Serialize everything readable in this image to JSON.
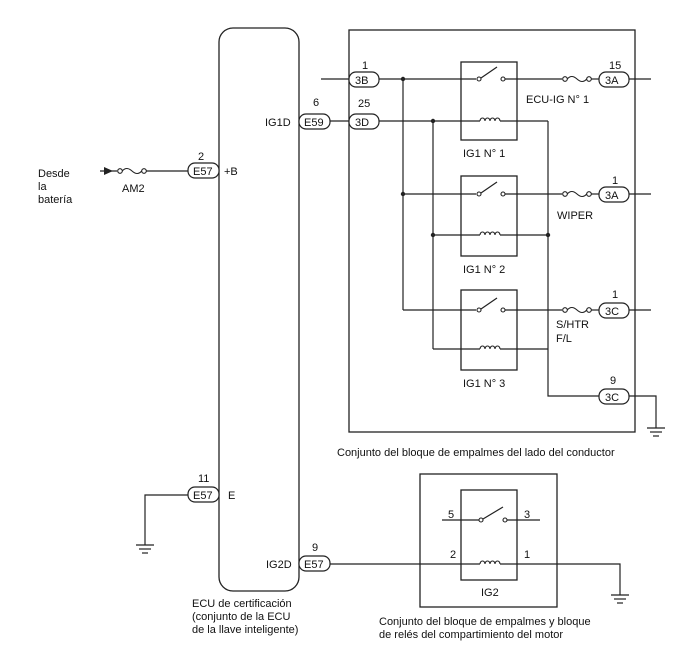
{
  "source": {
    "lines": [
      "Desde",
      "la",
      "batería"
    ]
  },
  "fuses": {
    "am2": "AM2",
    "ecu_ig_1": "ECU-IG N° 1",
    "wiper": "WIPER",
    "s_htr": "S/HTR",
    "f_l": "F/L"
  },
  "ecu": {
    "pins": [
      {
        "num": "2",
        "conn": "E57",
        "name": "+B"
      },
      {
        "num": "6",
        "conn": "E59",
        "name": "IG1D"
      },
      {
        "num": "11",
        "conn": "E57",
        "name": "E"
      },
      {
        "num": "9",
        "conn": "E57",
        "name": "IG2D"
      }
    ],
    "caption": [
      "ECU de certificación",
      "(conjunto de la ECU",
      "de la llave inteligente)"
    ]
  },
  "driver_block": {
    "pins": [
      {
        "num": "1",
        "conn": "3B"
      },
      {
        "num": "25",
        "conn": "3D"
      },
      {
        "num": "15",
        "conn": "3A"
      },
      {
        "num": "1",
        "conn": "3A"
      },
      {
        "num": "1",
        "conn": "3C"
      },
      {
        "num": "9",
        "conn": "3C"
      }
    ],
    "relays": [
      "IG1 N° 1",
      "IG1 N° 2",
      "IG1 N° 3"
    ],
    "caption": "Conjunto del bloque de empalmes del lado del conductor"
  },
  "engine_block": {
    "relay": "IG2",
    "pins": [
      "5",
      "3",
      "2",
      "1"
    ],
    "caption": [
      "Conjunto del bloque de empalmes y bloque",
      "de relés del compartimiento del motor"
    ]
  }
}
